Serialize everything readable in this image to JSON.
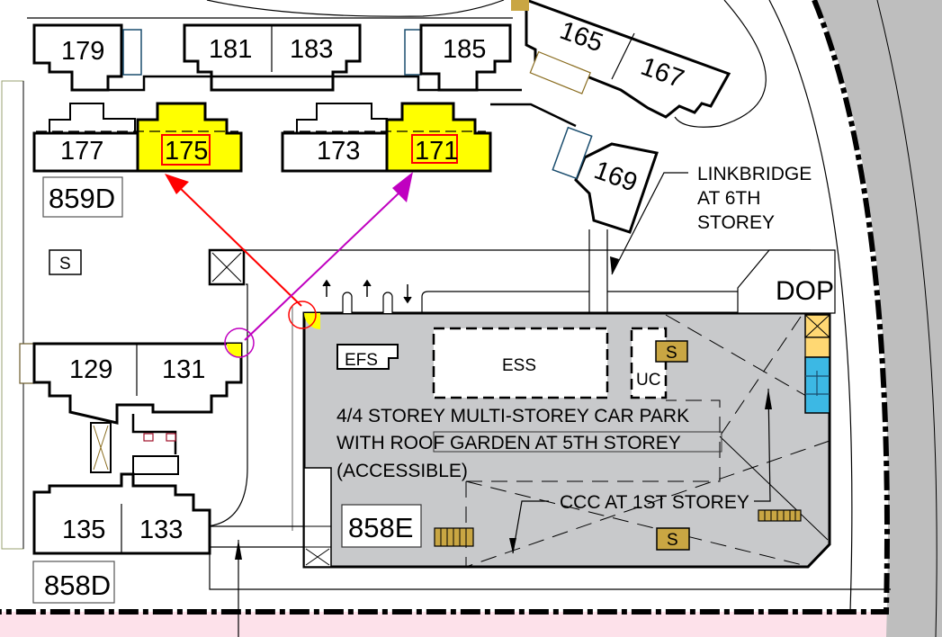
{
  "plan": {
    "colors": {
      "highlight_unit": "#ffff00",
      "car_park_fill": "#c8c9cb",
      "road_fill": "#bebebe",
      "pink_zone": "#fde1ea",
      "red_marker": "#ff0000",
      "magenta_marker": "#c000c0",
      "service_tan": "#c9a643",
      "lift_blue": "#3cb8e4",
      "light_orange": "#ffd873"
    },
    "blocks": [
      {
        "id": "859D",
        "label": "859D"
      },
      {
        "id": "858D",
        "label": "858D"
      },
      {
        "id": "858E",
        "label": "858E"
      }
    ],
    "units": [
      {
        "label": "179",
        "highlighted": false
      },
      {
        "label": "181",
        "highlighted": false
      },
      {
        "label": "183",
        "highlighted": false
      },
      {
        "label": "185",
        "highlighted": false
      },
      {
        "label": "165",
        "highlighted": false
      },
      {
        "label": "167",
        "highlighted": false
      },
      {
        "label": "177",
        "highlighted": false
      },
      {
        "label": "175",
        "highlighted": true
      },
      {
        "label": "173",
        "highlighted": false
      },
      {
        "label": "171",
        "highlighted": true
      },
      {
        "label": "169",
        "highlighted": false
      },
      {
        "label": "129",
        "highlighted": false
      },
      {
        "label": "131",
        "highlighted": false
      },
      {
        "label": "135",
        "highlighted": false
      },
      {
        "label": "133",
        "highlighted": false
      }
    ],
    "facilities": {
      "efs": "EFS",
      "ess": "ESS",
      "uc": "UC",
      "dop": "DOP",
      "substation_s": "S"
    },
    "annotations": {
      "linkbridge": [
        "LINKBRIDGE",
        "AT 6TH",
        "STOREY"
      ],
      "car_park": [
        "4/4 STOREY MULTI-STOREY CAR PARK",
        "WITH ROOF GARDEN AT 5TH STOREY",
        "(ACCESSIBLE)"
      ],
      "ccc": "CCC AT 1ST STOREY"
    },
    "markers": [
      {
        "name": "red-marker",
        "from_unit": "175",
        "color": "red"
      },
      {
        "name": "magenta-marker",
        "from_unit": "171",
        "color": "magenta"
      }
    ]
  }
}
